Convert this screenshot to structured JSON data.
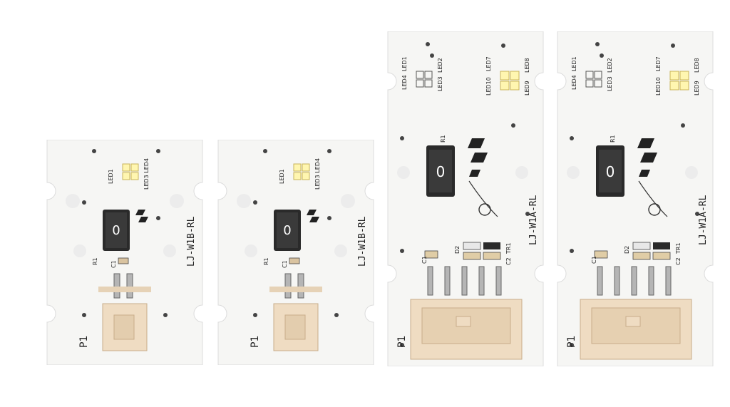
{
  "boards": [
    {
      "model": "LJ-W1B-RL",
      "connector": "P1",
      "resistor": "R1",
      "resistor_value": "0",
      "capacitor": "C1",
      "leds": [
        "LED1",
        "LED3 LED4"
      ]
    },
    {
      "model": "LJ-W1B-RL",
      "connector": "P1",
      "resistor": "R1",
      "resistor_value": "0",
      "capacitor": "C1",
      "leds": [
        "LED1",
        "LED3 LED4"
      ]
    },
    {
      "model": "LJ-W1A-RL",
      "connector": "P1",
      "resistor": "R1",
      "resistor_value": "0",
      "capacitor": "C1",
      "diode": "D2",
      "c2": "C2",
      "transistor": "TR1",
      "leds": [
        "LED4",
        "LED1",
        "LED3",
        "LED2",
        "LED10",
        "LED7",
        "LED9",
        "LED8"
      ]
    },
    {
      "model": "LJ-W1A-RL",
      "connector": "P1",
      "resistor": "R1",
      "resistor_value": "0",
      "capacitor": "C1",
      "diode": "D2",
      "c2": "C2",
      "transistor": "TR1",
      "leds": [
        "LED4",
        "LED1",
        "LED3",
        "LED2",
        "LED10",
        "LED7",
        "LED9",
        "LED8"
      ]
    }
  ],
  "colors": {
    "board": "#f7f7f5",
    "led": "#fff7c2",
    "connector": "#efdcc2",
    "resistor": "#2a2a2a"
  }
}
